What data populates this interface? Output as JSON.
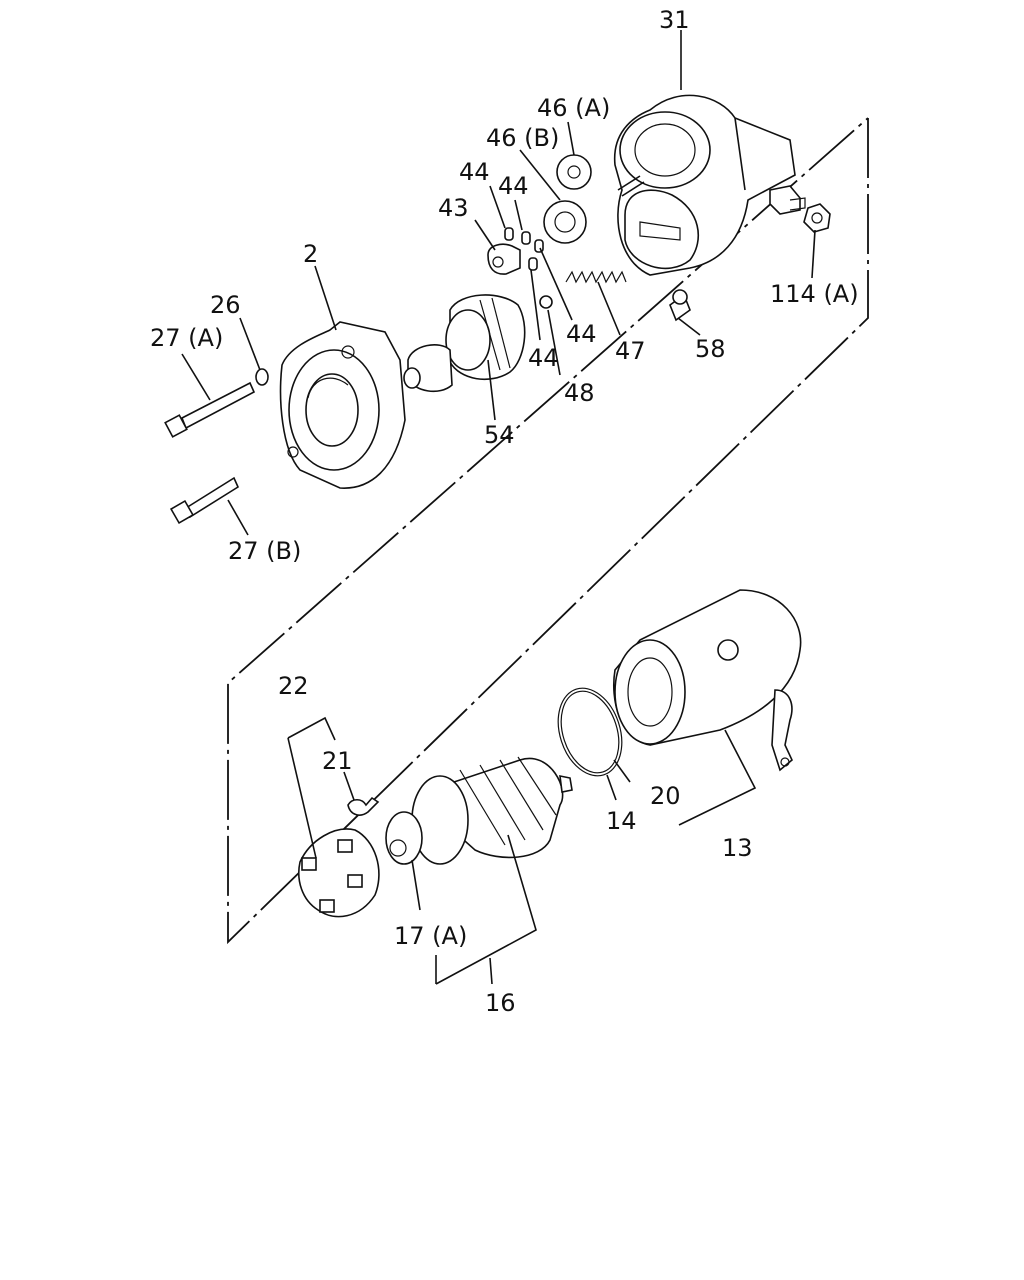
{
  "labels": {
    "p31": "31",
    "p46a": "46 (A)",
    "p46b": "46 (B)",
    "p44a": "44",
    "p44b": "44",
    "p43": "43",
    "p2": "2",
    "p26": "26",
    "p27a": "27 (A)",
    "p114a": "114 (A)",
    "p44c": "44",
    "p47": "47",
    "p58": "58",
    "p44d": "44",
    "p48": "48",
    "p54": "54",
    "p27b": "27 (B)",
    "p22": "22",
    "p21": "21",
    "p20": "20",
    "p14": "14",
    "p13": "13",
    "p17a": "17 (A)",
    "p16": "16"
  }
}
